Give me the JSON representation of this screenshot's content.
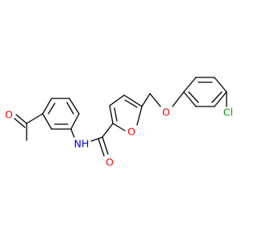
{
  "molecule": {
    "atoms": {
      "acetyl_o": "O",
      "amide_nh": "NH",
      "amide_o": "O",
      "furan_o": "O",
      "ether_o": "O",
      "chlorine": "Cl"
    }
  },
  "colors": {
    "bond": "#000000",
    "carbon_label": "#000000",
    "oxygen": "#ff0000",
    "nitrogen": "#0000ff",
    "chlorine": "#00a000"
  }
}
